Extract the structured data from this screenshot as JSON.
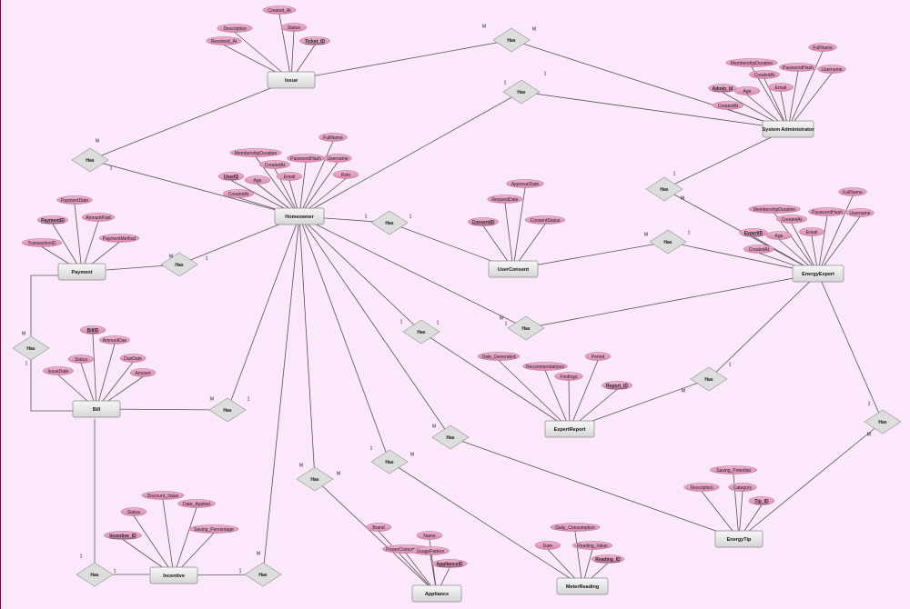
{
  "colors": {
    "background": "#fce8fb",
    "attribute_fill": "#e3a0c1",
    "attribute_stroke": "#b07090",
    "entity_fill": "#eeeeee",
    "entity_stroke": "#888888",
    "relationship_fill": "#dddddd",
    "line": "#555555"
  },
  "entities": [
    {
      "id": "issue",
      "label": "Issue"
    },
    {
      "id": "sysadmin",
      "label": "System Administrator"
    },
    {
      "id": "homeowner",
      "label": "Homeowner"
    },
    {
      "id": "payment",
      "label": "Payment"
    },
    {
      "id": "userconsent",
      "label": "UserConsent"
    },
    {
      "id": "energyexpert",
      "label": "EnergyExpert"
    },
    {
      "id": "bill",
      "label": "Bill"
    },
    {
      "id": "expertreport",
      "label": "ExpertReport"
    },
    {
      "id": "energytip",
      "label": "EnergyTip"
    },
    {
      "id": "incentive",
      "label": "Incentive"
    },
    {
      "id": "appliance",
      "label": "Appliance"
    },
    {
      "id": "meterreading",
      "label": "MeterReading"
    }
  ],
  "attributes": [
    {
      "entity": "issue",
      "label": "Created_At"
    },
    {
      "entity": "issue",
      "label": "Description"
    },
    {
      "entity": "issue",
      "label": "Status"
    },
    {
      "entity": "issue",
      "label": "Resolved_At"
    },
    {
      "entity": "issue",
      "label": "Ticket_ID",
      "key": true
    },
    {
      "entity": "sysadmin",
      "label": "FullName"
    },
    {
      "entity": "sysadmin",
      "label": "MembershipDuration"
    },
    {
      "entity": "sysadmin",
      "label": "PasswordHash"
    },
    {
      "entity": "sysadmin",
      "label": "Username"
    },
    {
      "entity": "sysadmin",
      "label": "CreatedAt"
    },
    {
      "entity": "sysadmin",
      "label": "Admin_Id",
      "key": true
    },
    {
      "entity": "sysadmin",
      "label": "Age"
    },
    {
      "entity": "sysadmin",
      "label": "Email"
    },
    {
      "entity": "sysadmin",
      "label": "CreatedAt"
    },
    {
      "entity": "homeowner",
      "label": "FullName"
    },
    {
      "entity": "homeowner",
      "label": "MembershipDuration"
    },
    {
      "entity": "homeowner",
      "label": "PasswordHash"
    },
    {
      "entity": "homeowner",
      "label": "CreatedAt"
    },
    {
      "entity": "homeowner",
      "label": "Username"
    },
    {
      "entity": "homeowner",
      "label": "UserID",
      "key": true
    },
    {
      "entity": "homeowner",
      "label": "Age"
    },
    {
      "entity": "homeowner",
      "label": "Email"
    },
    {
      "entity": "homeowner",
      "label": "Role"
    },
    {
      "entity": "homeowner",
      "label": "CreatedAt"
    },
    {
      "entity": "payment",
      "label": "PaymentDate"
    },
    {
      "entity": "payment",
      "label": "PaymentID",
      "key": true
    },
    {
      "entity": "payment",
      "label": "AmountPaid"
    },
    {
      "entity": "payment",
      "label": "PaymentMethod"
    },
    {
      "entity": "payment",
      "label": "TransactionID"
    },
    {
      "entity": "userconsent",
      "label": "ApprovalDate"
    },
    {
      "entity": "userconsent",
      "label": "RequestDate"
    },
    {
      "entity": "userconsent",
      "label": "ConsentID",
      "key": true
    },
    {
      "entity": "userconsent",
      "label": "ConsentStatus"
    },
    {
      "entity": "energyexpert",
      "label": "FullName"
    },
    {
      "entity": "energyexpert",
      "label": "MembershipDuration"
    },
    {
      "entity": "energyexpert",
      "label": "CreatedAt"
    },
    {
      "entity": "energyexpert",
      "label": "PasswordHash"
    },
    {
      "entity": "energyexpert",
      "label": "Username"
    },
    {
      "entity": "energyexpert",
      "label": "ExpertID",
      "key": true
    },
    {
      "entity": "energyexpert",
      "label": "Age"
    },
    {
      "entity": "energyexpert",
      "label": "Email"
    },
    {
      "entity": "energyexpert",
      "label": "CreatedAt"
    },
    {
      "entity": "bill",
      "label": "BillID",
      "key": true
    },
    {
      "entity": "bill",
      "label": "AmountDue"
    },
    {
      "entity": "bill",
      "label": "Status"
    },
    {
      "entity": "bill",
      "label": "DueDate"
    },
    {
      "entity": "bill",
      "label": "IssueDate"
    },
    {
      "entity": "bill",
      "label": "Amount"
    },
    {
      "entity": "expertreport",
      "label": "Date_Generated"
    },
    {
      "entity": "expertreport",
      "label": "Recommendations"
    },
    {
      "entity": "expertreport",
      "label": "Period"
    },
    {
      "entity": "expertreport",
      "label": "Findings"
    },
    {
      "entity": "expertreport",
      "label": "Report_ID",
      "key": true
    },
    {
      "entity": "energytip",
      "label": "Saving_Potential"
    },
    {
      "entity": "energytip",
      "label": "Description"
    },
    {
      "entity": "energytip",
      "label": "Category"
    },
    {
      "entity": "energytip",
      "label": "Tip_ID",
      "key": true
    },
    {
      "entity": "incentive",
      "label": "Discount_Value"
    },
    {
      "entity": "incentive",
      "label": "Status"
    },
    {
      "entity": "incentive",
      "label": "Date_Applied"
    },
    {
      "entity": "incentive",
      "label": "Saving_Percentage"
    },
    {
      "entity": "incentive",
      "label": "Incentive_ID",
      "key": true
    },
    {
      "entity": "appliance",
      "label": "Brand"
    },
    {
      "entity": "appliance",
      "label": "Name"
    },
    {
      "entity": "appliance",
      "label": "PowerConsumption"
    },
    {
      "entity": "appliance",
      "label": "UsagePattern"
    },
    {
      "entity": "appliance",
      "label": "ApplianceID",
      "key": true
    },
    {
      "entity": "meterreading",
      "label": "Daily_Consumption"
    },
    {
      "entity": "meterreading",
      "label": "Date"
    },
    {
      "entity": "meterreading",
      "label": "Reading_Value"
    },
    {
      "entity": "meterreading",
      "label": "Reading_ID",
      "key": true
    }
  ],
  "relationships": [
    {
      "label": "Has",
      "from": "issue",
      "to": "sysadmin",
      "card_from": "M",
      "card_to": "M"
    },
    {
      "label": "Has",
      "from": "issue",
      "to": "homeowner",
      "card_from": "M",
      "card_to": "1"
    },
    {
      "label": "Has",
      "from": "homeowner",
      "to": "sysadmin",
      "card_from": "1",
      "card_to": "1"
    },
    {
      "label": "Has",
      "from": "sysadmin",
      "to": "energyexpert",
      "card_from": "1",
      "card_to": "M"
    },
    {
      "label": "Has",
      "from": "homeowner",
      "to": "userconsent",
      "card_from": "1",
      "card_to": "1"
    },
    {
      "label": "Has",
      "from": "userconsent",
      "to": "energyexpert",
      "card_from": "M",
      "card_to": "1"
    },
    {
      "label": "Has",
      "from": "payment",
      "to": "homeowner",
      "card_from": "M",
      "card_to": "1"
    },
    {
      "label": "Has",
      "from": "payment",
      "to": "bill",
      "card_from": "M",
      "card_to": "1"
    },
    {
      "label": "Has",
      "from": "homeowner",
      "to": "energyexpert",
      "card_from": "M",
      "card_to": "1"
    },
    {
      "label": "Has",
      "from": "homeowner",
      "to": "expertreport",
      "card_from": "1",
      "card_to": "1"
    },
    {
      "label": "Has",
      "from": "expertreport",
      "to": "energyexpert",
      "card_from": "M",
      "card_to": "1"
    },
    {
      "label": "Has",
      "from": "bill",
      "to": "homeowner",
      "card_from": "M",
      "card_to": "1"
    },
    {
      "label": "Has",
      "from": "homeowner",
      "to": "energytip",
      "card_from": "M",
      "card_to": ""
    },
    {
      "label": "Has",
      "from": "energyexpert",
      "to": "energytip",
      "card_from": "1",
      "card_to": "M"
    },
    {
      "label": "Has",
      "from": "homeowner",
      "to": "appliance",
      "card_from": "M",
      "card_to": "M"
    },
    {
      "label": "Has",
      "from": "homeowner",
      "to": "meterreading",
      "card_from": "1",
      "card_to": "M"
    },
    {
      "label": "Has",
      "from": "bill",
      "to": "incentive",
      "card_from": "1",
      "card_to": "1"
    },
    {
      "label": "Has",
      "from": "incentive",
      "to": "homeowner",
      "card_from": "1",
      "card_to": "M"
    }
  ]
}
